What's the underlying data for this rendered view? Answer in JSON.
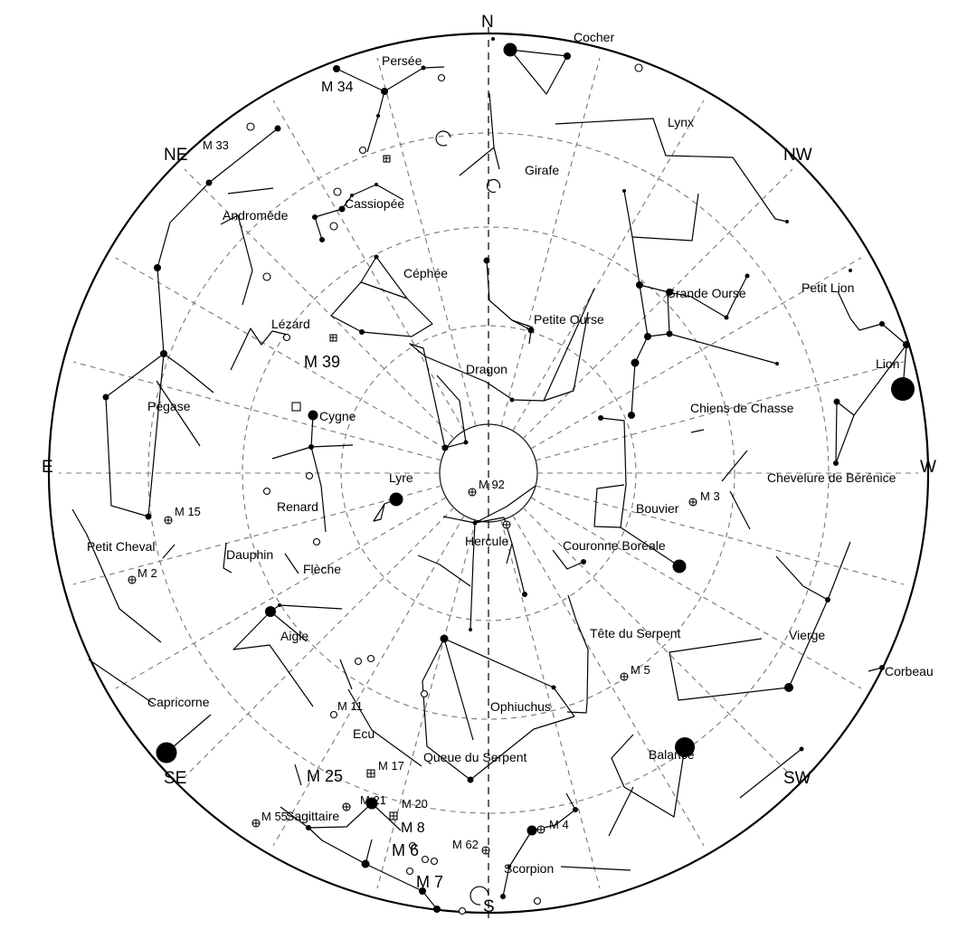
{
  "cardinals": {
    "n": "N",
    "ne": "NE",
    "e": "E",
    "se": "SE",
    "s": "S",
    "sw": "SW",
    "w": "W",
    "nw": "NW"
  },
  "constellations": {
    "cocher": "Cocher",
    "persee": "Persée",
    "lynx": "Lynx",
    "girafe": "Girafe",
    "cassiopee": "Cassiopée",
    "andromede": "Andromède",
    "cephee": "Céphée",
    "grande_ourse": "Grande Ourse",
    "petit_lion": "Petit Lion",
    "lezard": "Lézard",
    "petite_ourse": "Petite Ourse",
    "lion": "Lion",
    "dragon": "Dragon",
    "pegase": "Pégase",
    "chiens_de_chasse": "Chiens de Chasse",
    "cygne": "Cygne",
    "chevelure": "Chevelure de Bérénice",
    "lyre": "Lyre",
    "bouvier": "Bouvier",
    "renard": "Renard",
    "petit_cheval": "Petit Cheval",
    "hercule": "Hercule",
    "couronne": "Couronne Boréale",
    "dauphin": "Dauphin",
    "fleche": "Flèche",
    "aigle": "Aigle",
    "tete_serpent": "Tête du Serpent",
    "vierge": "Vierge",
    "corbeau": "Corbeau",
    "capricorne": "Capricorne",
    "ophiuchus": "Ophiuchus",
    "ecu": "Ecu",
    "queue_serpent": "Queue du Serpent",
    "balance": "Balance",
    "sagittaire": "Sagittaire",
    "scorpion": "Scorpion"
  },
  "messier": {
    "m34": "M 34",
    "m33": "M 33",
    "m39": "M 39",
    "m92": "M 92",
    "m15": "M 15",
    "m3": "M 3",
    "m2": "M 2",
    "m5": "M 5",
    "m11": "M 11",
    "m17": "M 17",
    "m25": "M 25",
    "m21": "M 21",
    "m20": "M 20",
    "m55": "M 55",
    "m8": "M 8",
    "m4": "M 4",
    "m62": "M 62",
    "m6": "M 6",
    "m7": "M 7"
  }
}
